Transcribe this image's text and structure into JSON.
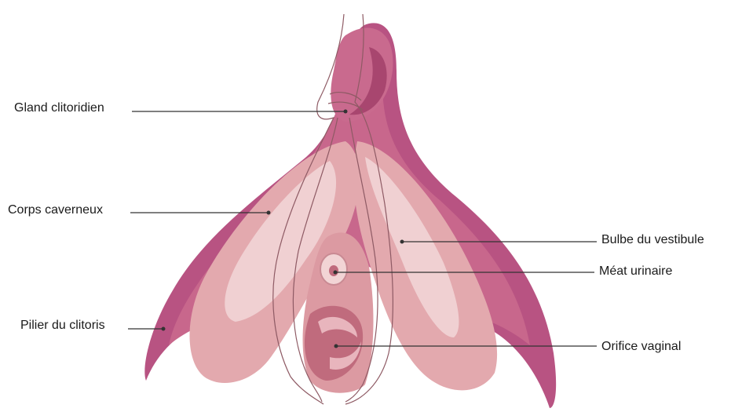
{
  "labels": {
    "gland": "Gland clitoridien",
    "corps": "Corps caverneux",
    "pilier": "Pilier du clitoris",
    "bulbe": "Bulbe du vestibule",
    "meat": "Méat urinaire",
    "orifice": "Orifice vaginal"
  },
  "colors": {
    "outer_dark": "#b85382",
    "outer_mid": "#c8678c",
    "bulb": "#e3a9ae",
    "bulb_light": "#f0d0d2",
    "orifice": "#c06b7d",
    "outline": "#8e5a64",
    "leader": "#333333"
  }
}
